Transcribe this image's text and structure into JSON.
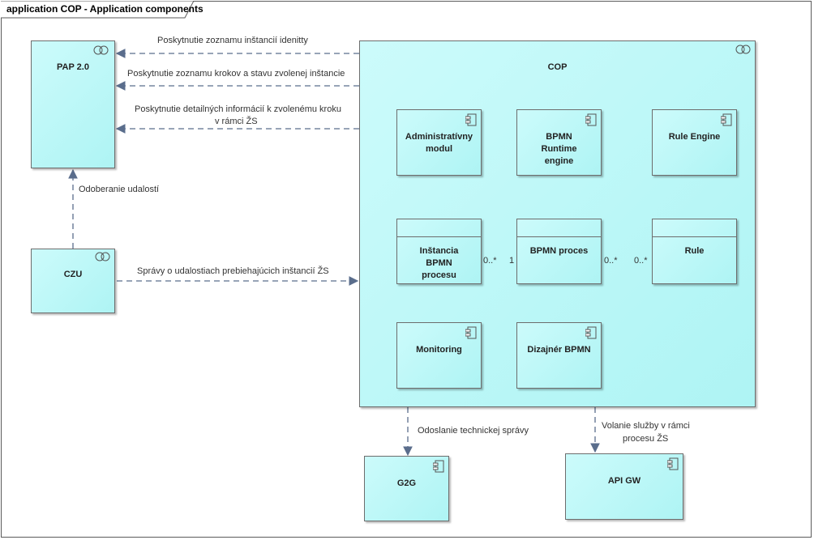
{
  "frame": {
    "title": "application COP - Application components"
  },
  "nodes": {
    "pap": {
      "label": "PAP 2.0",
      "icon": "application-collaboration-icon"
    },
    "czu": {
      "label": "CZU",
      "icon": "application-collaboration-icon"
    },
    "cop": {
      "label": "COP",
      "icon": "application-collaboration-icon"
    },
    "admin": {
      "label": "Administratívny modul",
      "icon": "component-icon"
    },
    "runtime": {
      "label": "BPMN Runtime engine",
      "icon": "component-icon"
    },
    "ruleengine": {
      "label": "Rule Engine",
      "icon": "component-icon"
    },
    "instancia": {
      "label": "Inštancia BPMN procesu"
    },
    "proces": {
      "label": "BPMN proces"
    },
    "rule": {
      "label": "Rule"
    },
    "monitoring": {
      "label": "Monitoring",
      "icon": "component-icon"
    },
    "dizajner": {
      "label": "Dizajnér BPMN",
      "icon": "component-icon"
    },
    "g2g": {
      "label": "G2G",
      "icon": "component-icon"
    },
    "apigw": {
      "label": "API GW",
      "icon": "component-icon"
    }
  },
  "edges": {
    "e1": "Poskytnutie zoznamu inštancií idenitty",
    "e2": "Poskytnutie zoznamu krokov a stavu zvolenej inštancie",
    "e3a": "Poskytnutie detailných informácií k zvolenému kroku",
    "e3b": "v rámci ŽS",
    "e4": "Odoberanie udalostí",
    "e5": "Správy o udalostiach prebiehajúcich inštancií ŽS",
    "e6": "Odoslanie technickej správy",
    "e7a": "Volanie služby v rámci",
    "e7b": "procesu ŽS"
  },
  "multiplicities": {
    "inst_left": "0..*",
    "proc_left": "1",
    "proc_right": "0..*",
    "rule_left": "0..*"
  },
  "colors": {
    "fill": "#b3f5f5",
    "border": "#6d6d6d",
    "edge": "#5a6d8c"
  }
}
